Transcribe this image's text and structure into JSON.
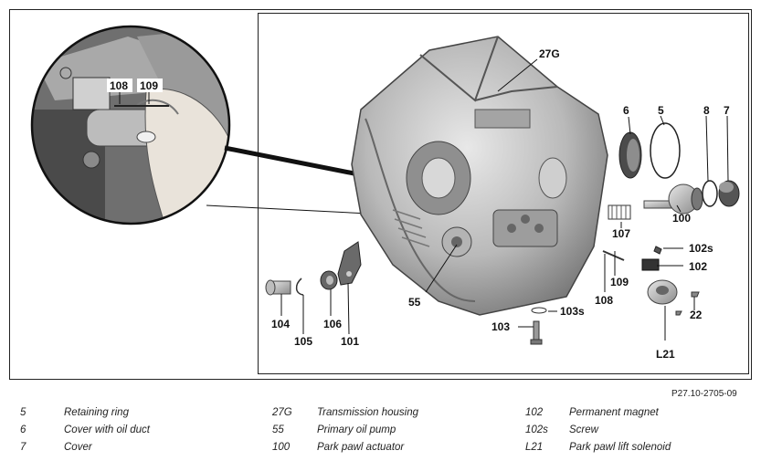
{
  "figure_ref": "P27.10-2705-09",
  "callouts": {
    "c27G": "27G",
    "c5": "5",
    "c6": "6",
    "c7": "7",
    "c8": "8",
    "c100": "100",
    "c101": "101",
    "c102": "102",
    "c102s": "102s",
    "c103": "103",
    "c103s": "103s",
    "c104": "104",
    "c105": "105",
    "c106": "106",
    "c107": "107",
    "c108": "108",
    "c109": "109",
    "c22": "22",
    "c55": "55",
    "cL21": "L21",
    "d108": "108",
    "d109": "109"
  },
  "legend": {
    "col1": [
      {
        "num": "5",
        "desc": "Retaining ring"
      },
      {
        "num": "6",
        "desc": "Cover with oil duct"
      },
      {
        "num": "7",
        "desc": "Cover"
      }
    ],
    "col2": [
      {
        "num": "27G",
        "desc": "Transmission housing"
      },
      {
        "num": "55",
        "desc": "Primary oil pump"
      },
      {
        "num": "100",
        "desc": "Park pawl actuator"
      }
    ],
    "col3": [
      {
        "num": "102",
        "desc": "Permanent magnet"
      },
      {
        "num": "102s",
        "desc": "Screw"
      },
      {
        "num": "L21",
        "desc": "Park pawl lift solenoid"
      }
    ]
  }
}
